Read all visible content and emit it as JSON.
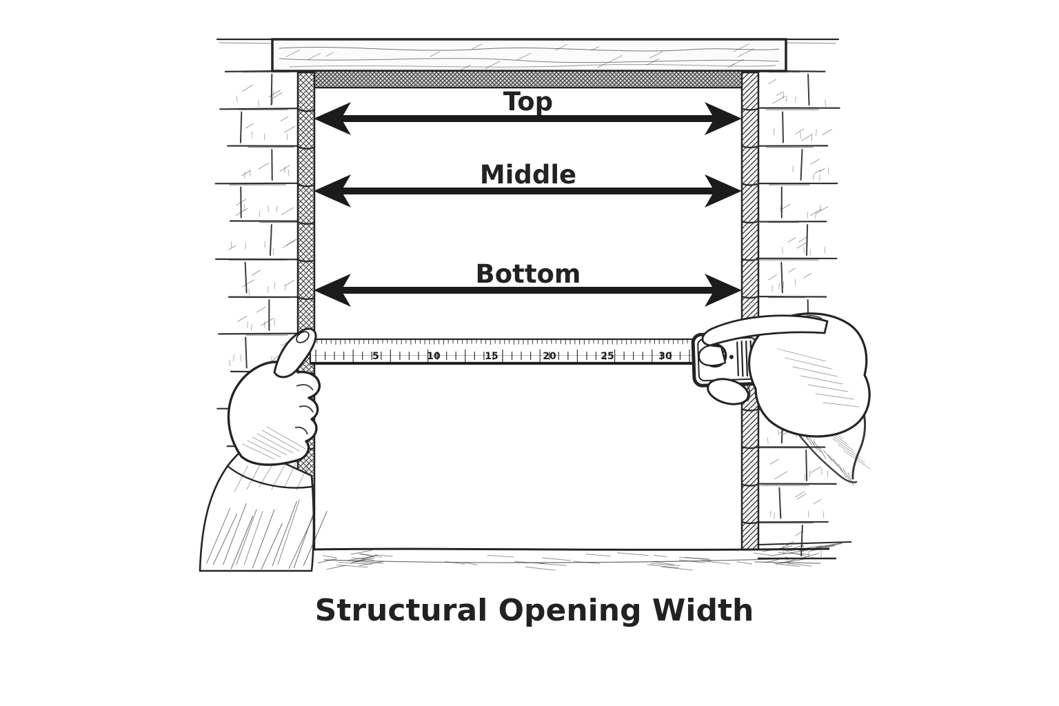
{
  "diagram": {
    "caption": "Structural Opening Width",
    "measurements": [
      {
        "id": "top",
        "label": "Top"
      },
      {
        "id": "middle",
        "label": "Middle"
      },
      {
        "id": "bottom",
        "label": "Bottom"
      }
    ],
    "tape_measure": {
      "tick_numbers": [
        "5",
        "10",
        "15",
        "20",
        "25",
        "30"
      ]
    },
    "colors": {
      "ink": "#222222",
      "background": "#ffffff"
    }
  }
}
